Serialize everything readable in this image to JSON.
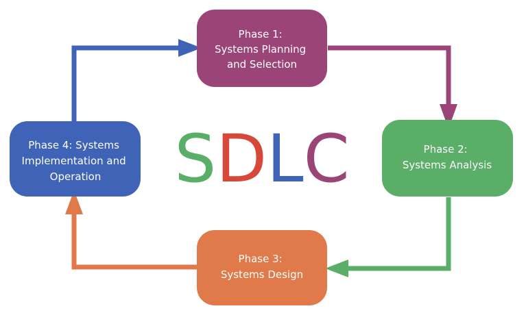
{
  "title": {
    "letters": [
      {
        "char": "S",
        "color": "#5aae68"
      },
      {
        "char": "D",
        "color": "#d8483a"
      },
      {
        "char": "L",
        "color": "#3f63b7"
      },
      {
        "char": "C",
        "color": "#9b4478"
      }
    ]
  },
  "phases": [
    {
      "id": "phase-1",
      "color": "#9b4478",
      "lines": [
        "Phase 1:",
        "Systems Planning",
        "and Selection"
      ]
    },
    {
      "id": "phase-2",
      "color": "#5aae68",
      "lines": [
        "Phase 2:",
        "Systems Analysis"
      ]
    },
    {
      "id": "phase-3",
      "color": "#e07a4a",
      "lines": [
        "Phase 3:",
        "Systems Design"
      ]
    },
    {
      "id": "phase-4",
      "color": "#3f63b7",
      "lines": [
        "Phase 4: Systems",
        "Implementation and",
        "Operation"
      ]
    }
  ],
  "arrows": [
    {
      "id": "arrow-phase1-to-phase2",
      "color": "#9b4478"
    },
    {
      "id": "arrow-phase2-to-phase3",
      "color": "#5aae68"
    },
    {
      "id": "arrow-phase3-to-phase4",
      "color": "#e07a4a"
    },
    {
      "id": "arrow-phase4-to-phase1",
      "color": "#3f63b7"
    }
  ]
}
